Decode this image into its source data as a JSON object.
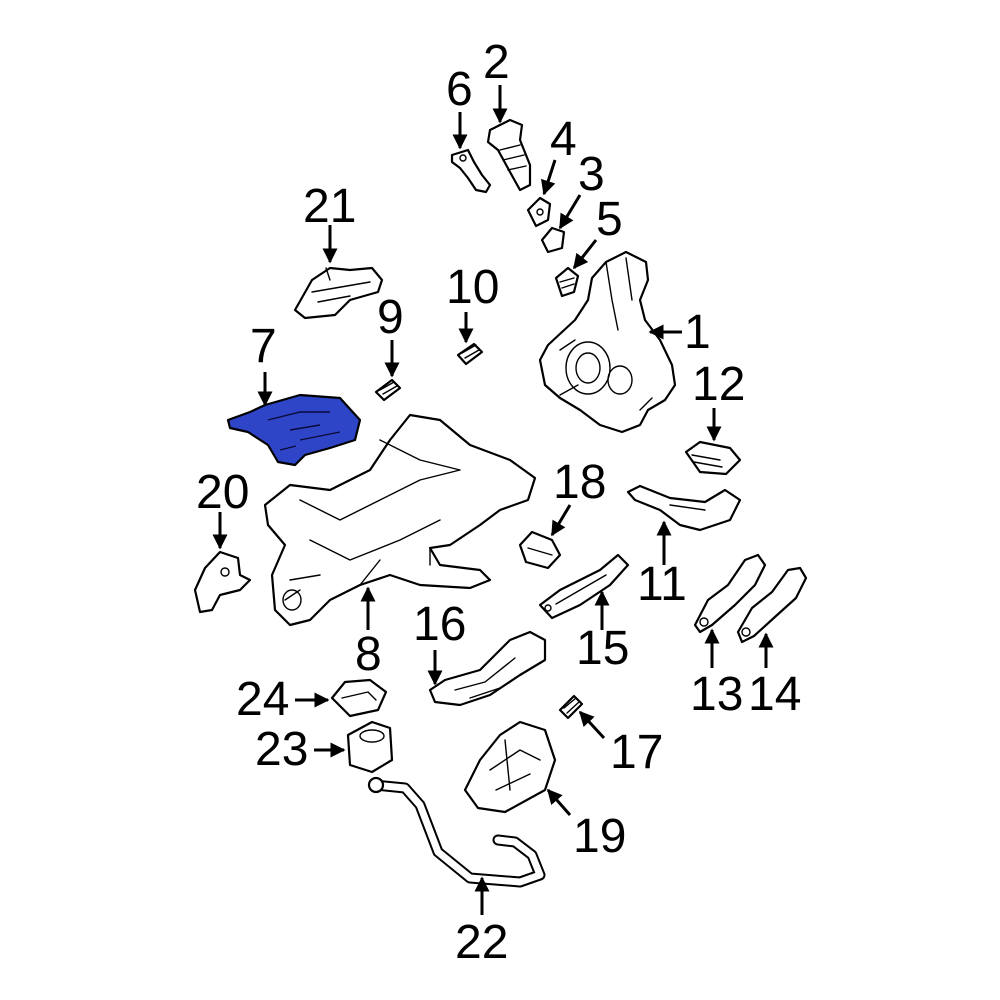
{
  "highlight_color": "#2f45c8",
  "labels": {
    "l1": "1",
    "l2": "2",
    "l3": "3",
    "l4": "4",
    "l5": "5",
    "l6": "6",
    "l7": "7",
    "l8": "8",
    "l9": "9",
    "l10": "10",
    "l11": "11",
    "l12": "12",
    "l13": "13",
    "l14": "14",
    "l15": "15",
    "l16": "16",
    "l17": "17",
    "l18": "18",
    "l19": "19",
    "l20": "20",
    "l21": "21",
    "l22": "22",
    "l23": "23",
    "l24": "24"
  },
  "highlighted_part": "7"
}
